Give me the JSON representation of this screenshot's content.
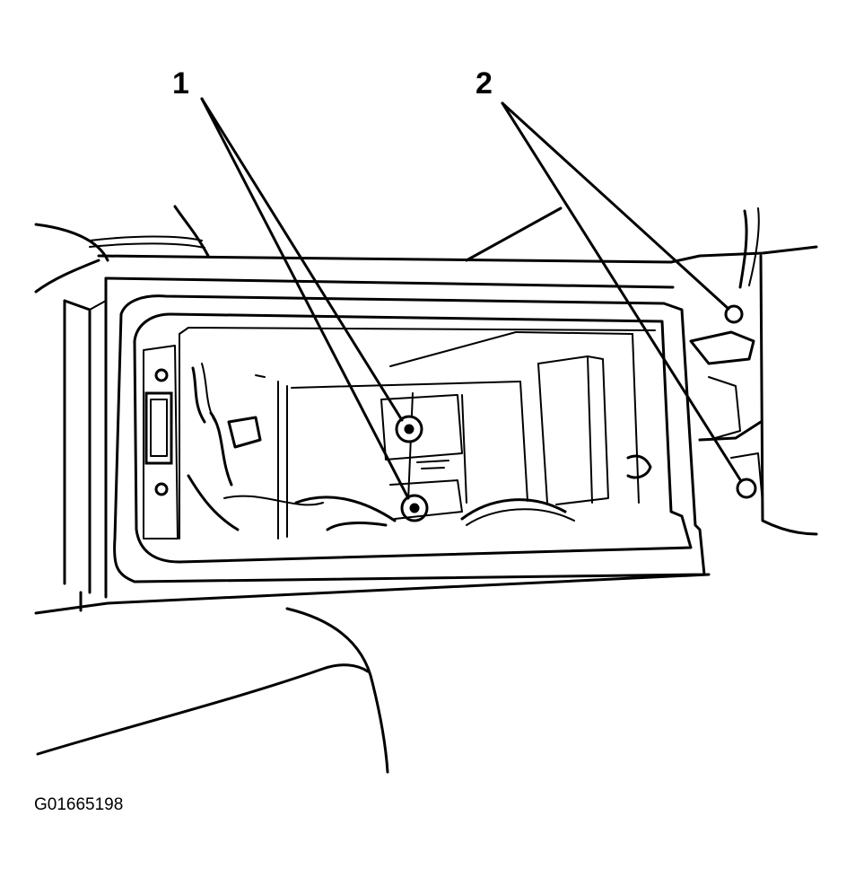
{
  "callouts": [
    {
      "label": "1"
    },
    {
      "label": "2"
    }
  ],
  "figure_id": "G01665198",
  "colors": {
    "line": "#000000",
    "background": "#ffffff"
  }
}
